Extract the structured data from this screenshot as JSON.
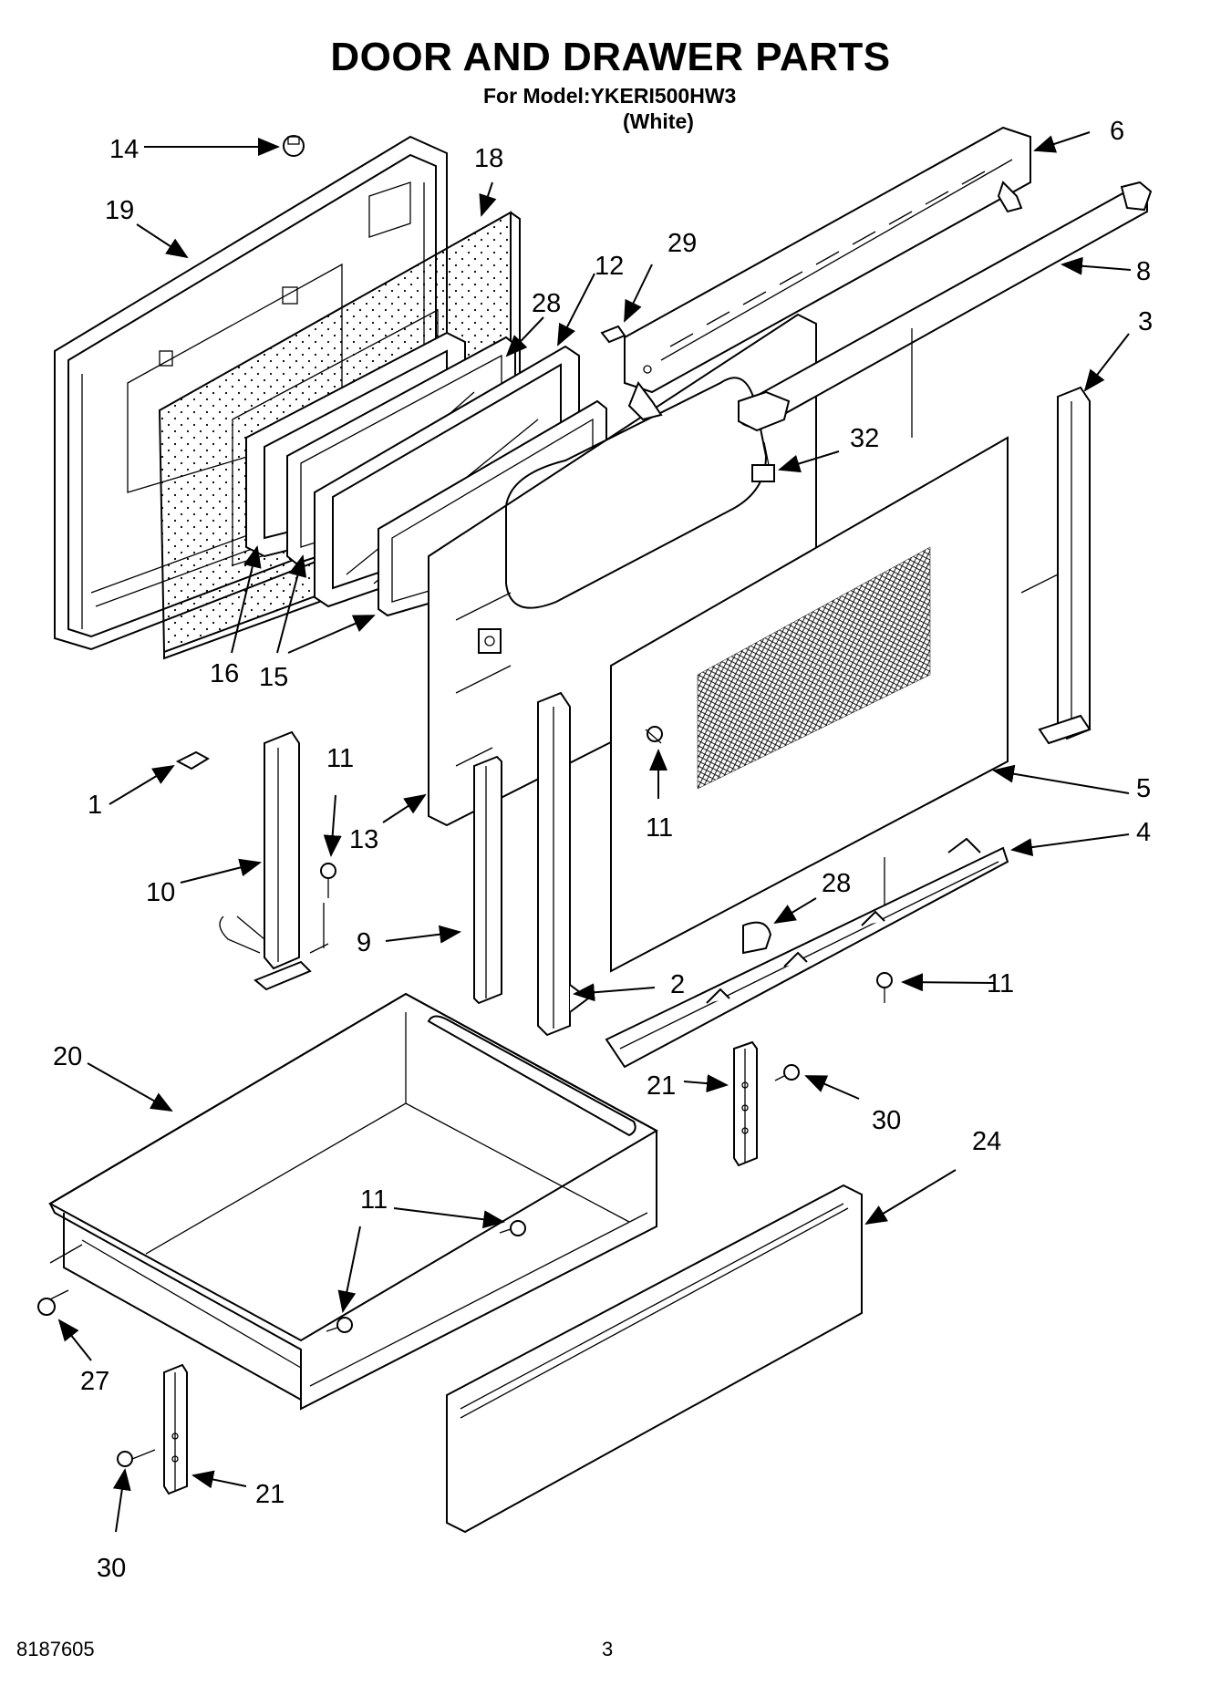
{
  "header": {
    "title": "DOOR AND DRAWER PARTS",
    "model_line": "For Model:YKERI500HW3",
    "color_line": "(White)"
  },
  "footer": {
    "document_number": "8187605",
    "page_number": "3"
  },
  "callouts": [
    {
      "id": "c14",
      "label": "14"
    },
    {
      "id": "c19",
      "label": "19"
    },
    {
      "id": "c18",
      "label": "18"
    },
    {
      "id": "c28a",
      "label": "28"
    },
    {
      "id": "c12",
      "label": "12"
    },
    {
      "id": "c29",
      "label": "29"
    },
    {
      "id": "c6",
      "label": "6"
    },
    {
      "id": "c8",
      "label": "8"
    },
    {
      "id": "c3",
      "label": "3"
    },
    {
      "id": "c32",
      "label": "32"
    },
    {
      "id": "c16",
      "label": "16"
    },
    {
      "id": "c15",
      "label": "15"
    },
    {
      "id": "c1",
      "label": "1"
    },
    {
      "id": "c10",
      "label": "10"
    },
    {
      "id": "c11a",
      "label": "11"
    },
    {
      "id": "c13",
      "label": "13"
    },
    {
      "id": "c11b",
      "label": "11"
    },
    {
      "id": "c5",
      "label": "5"
    },
    {
      "id": "c4",
      "label": "4"
    },
    {
      "id": "c28b",
      "label": "28"
    },
    {
      "id": "c9",
      "label": "9"
    },
    {
      "id": "c2",
      "label": "2"
    },
    {
      "id": "c11c",
      "label": "11"
    },
    {
      "id": "c20",
      "label": "20"
    },
    {
      "id": "c21a",
      "label": "21"
    },
    {
      "id": "c30a",
      "label": "30"
    },
    {
      "id": "c24",
      "label": "24"
    },
    {
      "id": "c11d",
      "label": "11"
    },
    {
      "id": "c27",
      "label": "27"
    },
    {
      "id": "c21b",
      "label": "21"
    },
    {
      "id": "c30b",
      "label": "30"
    }
  ]
}
